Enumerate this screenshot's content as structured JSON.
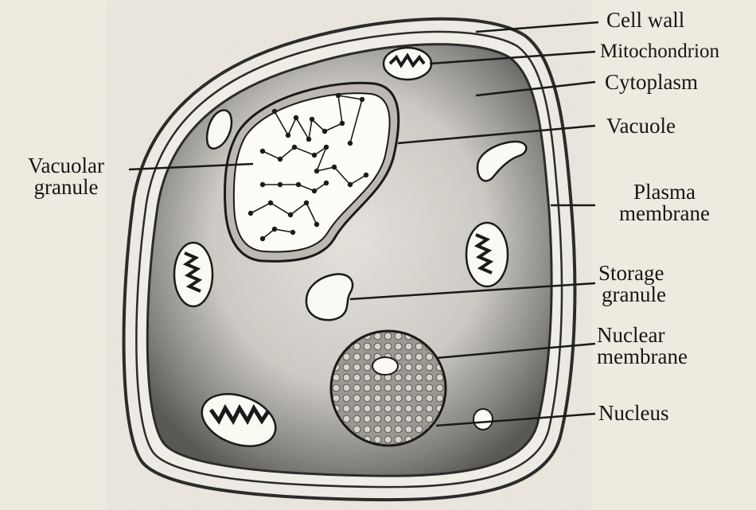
{
  "diagram": {
    "labels": {
      "cell_wall": "Cell wall",
      "mitochondrion": "Mitochondrion",
      "cytoplasm": "Cytoplasm",
      "vacuole": "Vacuole",
      "plasma_membrane": [
        "Plasma",
        "membrane"
      ],
      "storage_granule": [
        "Storage",
        "granule"
      ],
      "nuclear_membrane": [
        "Nuclear",
        "membrane"
      ],
      "nucleus": "Nucleus",
      "vacuolar_granule": [
        "Vacuolar",
        "granule"
      ]
    },
    "colors": {
      "background": "#efeae0",
      "ink": "#161616",
      "cytoplasm_dark": "#6f6d69",
      "cytoplasm_light": "#d9d6cf",
      "organelle_fill": "#fbf9f4"
    }
  }
}
